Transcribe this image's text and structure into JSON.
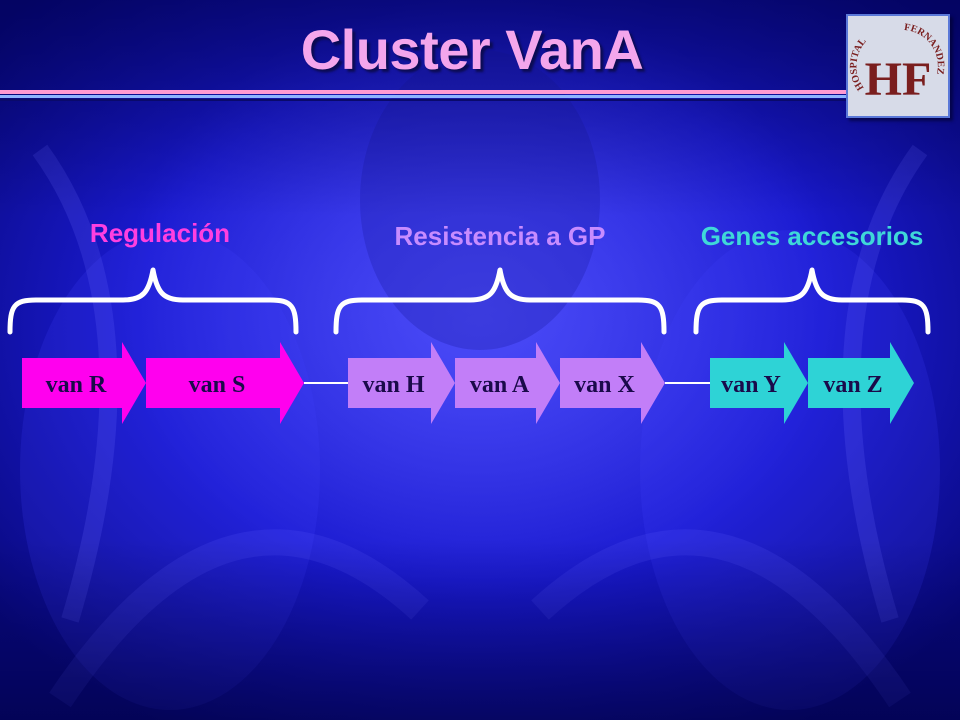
{
  "title": "Cluster VanA",
  "logo": {
    "arc_text_left": "HOSPITAL",
    "arc_text_right": "FERNANDEZ",
    "monogram": "HF"
  },
  "groups": [
    {
      "id": "regulacion",
      "label": "Regulación",
      "color": "#ff3fe0"
    },
    {
      "id": "resistencia",
      "label": "Resistencia a GP",
      "color": "#c78cff"
    },
    {
      "id": "accesorios",
      "label": "Genes accesorios",
      "color": "#3fd8d8"
    }
  ],
  "genes": [
    {
      "label": "van R",
      "group": "regulacion",
      "color": "#ff00ee"
    },
    {
      "label": "van S",
      "group": "regulacion",
      "color": "#ff00ee"
    },
    {
      "label": "van H",
      "group": "resistencia",
      "color": "#c27ef8"
    },
    {
      "label": "van A",
      "group": "resistencia",
      "color": "#c27ef8"
    },
    {
      "label": "van X",
      "group": "resistencia",
      "color": "#c27ef8"
    },
    {
      "label": "van Y",
      "group": "accesorios",
      "color": "#2ed3d6"
    },
    {
      "label": "van Z",
      "group": "accesorios",
      "color": "#2ed3d6"
    }
  ],
  "colors": {
    "title": "#f4a6ec",
    "brace": "#ffffff",
    "connector": "#ffffff",
    "gene_text": "#1a0a4a"
  }
}
